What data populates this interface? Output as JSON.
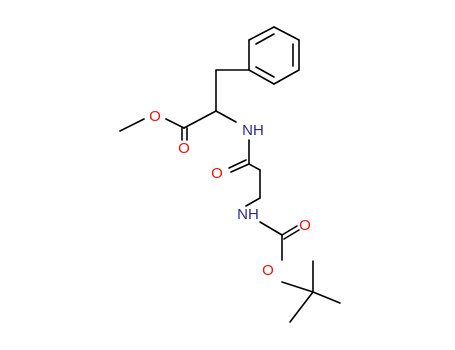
{
  "molecule": {
    "atom_labels": {
      "o_methoxy": "O",
      "o_ester_carbonyl": "O",
      "nh_amide": "NH",
      "o_amide_carbonyl": "O",
      "nh_carbamate": "NH",
      "o_carbamate_carbonyl": "O",
      "o_carbamate_ether": "O"
    },
    "colors": {
      "carbon_bond": "#000000",
      "oxygen": "#e8140f",
      "nitrogen": "#2b2b8c",
      "background": "#ffffff"
    }
  }
}
